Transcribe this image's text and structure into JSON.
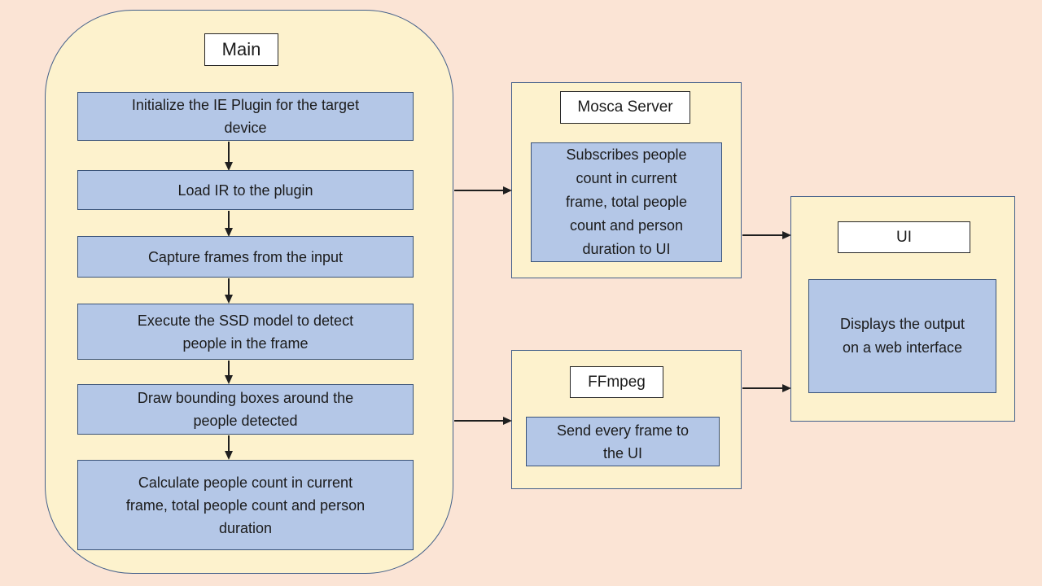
{
  "colors": {
    "page_background": "#fbe4d5",
    "group_fill": "#fdf2cd",
    "group_border": "#44608a",
    "process_fill": "#b4c7e7",
    "process_border": "#3a5379",
    "title_fill": "#ffffff",
    "arrow": "#1f1f1f"
  },
  "main": {
    "title": "Main",
    "steps": [
      "Initialize the IE Plugin for the target\ndevice",
      "Load IR to the plugin",
      "Capture frames from the input",
      "Execute the SSD model to detect\npeople in the frame",
      "Draw bounding boxes around the\npeople detected",
      "Calculate people count in current\nframe, total people count and person\nduration"
    ]
  },
  "mosca": {
    "title": "Mosca Server",
    "body": "Subscribes people\ncount in current\nframe, total people\ncount and person\nduration to UI"
  },
  "ffmpeg": {
    "title": "FFmpeg",
    "body": "Send every frame to\nthe UI"
  },
  "ui": {
    "title": "UI",
    "body": "Displays the output\non a web interface"
  }
}
